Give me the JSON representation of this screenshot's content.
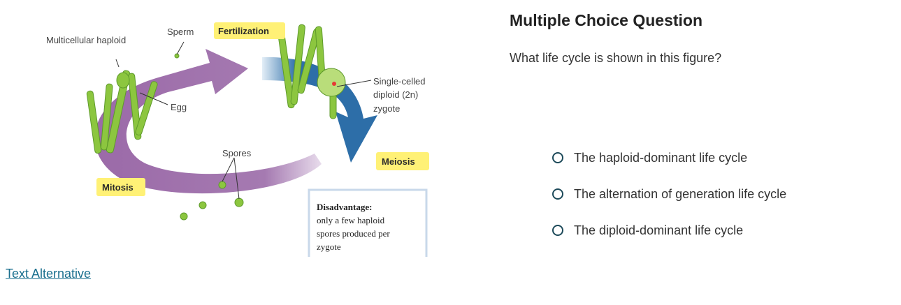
{
  "figure": {
    "labels": {
      "multicellular_haploid": "Multicellular haploid",
      "sperm": "Sperm",
      "fertilization": "Fertilization",
      "egg": "Egg",
      "zygote_line1": "Single-celled",
      "zygote_line2": "diploid (2n)",
      "zygote_line3": "zygote",
      "spores": "Spores",
      "meiosis": "Meiosis",
      "mitosis": "Mitosis",
      "disadvantage_title": "Disadvantage:",
      "disadvantage_line1": "only a few haploid",
      "disadvantage_line2": "spores produced per",
      "disadvantage_line3": "zygote"
    },
    "colors": {
      "purple_arrow": "#9b6aa8",
      "blue_arrow": "#2d6ea8",
      "highlight": "#fff176",
      "plant_green": "#8cc63f"
    }
  },
  "text_alternative": "Text Alternative",
  "question": {
    "title": "Multiple Choice Question",
    "prompt": "What life cycle is shown in this figure?",
    "choices": [
      "The haploid-dominant life cycle",
      "The alternation of generation life cycle",
      "The diploid-dominant life cycle"
    ]
  }
}
